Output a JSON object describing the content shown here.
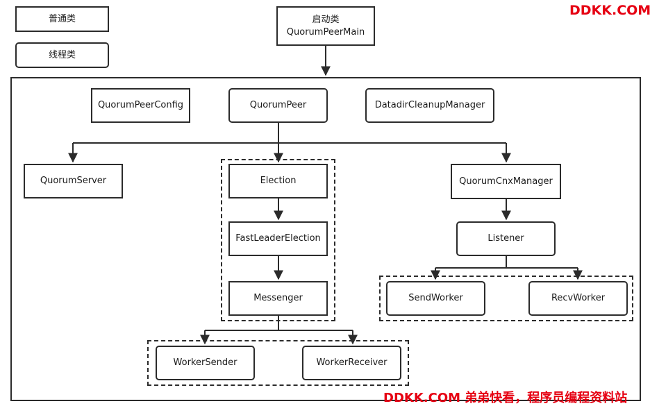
{
  "legend": {
    "plain_class": "普通类",
    "thread_class": "线程类"
  },
  "main": {
    "line1": "启动类",
    "line2": "QuorumPeerMain"
  },
  "nodes": {
    "quorum_peer_config": "QuorumPeerConfig",
    "quorum_peer": "QuorumPeer",
    "datadir_cleanup_manager": "DatadirCleanupManager",
    "quorum_server": "QuorumServer",
    "election": "Election",
    "fast_leader_election": "FastLeaderElection",
    "messenger": "Messenger",
    "worker_sender": "WorkerSender",
    "worker_receiver": "WorkerReceiver",
    "quorum_cnx_manager": "QuorumCnxManager",
    "listener": "Listener",
    "send_worker": "SendWorker",
    "recv_worker": "RecvWorker"
  },
  "watermarks": {
    "top": "DDKK.COM",
    "bottom": "DDKK.COM 弟弟快看，程序员编程资料站"
  },
  "colors": {
    "stroke": "#2b2b2b",
    "watermark": "#e60012"
  }
}
